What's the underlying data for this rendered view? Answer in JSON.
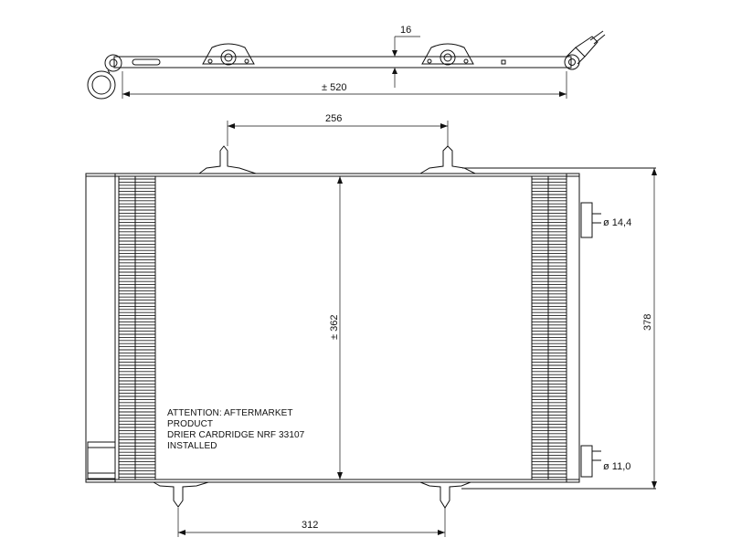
{
  "dimensions": {
    "top_offset": "16",
    "top_length": "± 520",
    "bracket_spacing": "256",
    "core_height": "± 362",
    "overall_height": "378",
    "upper_port": "ø 14,4",
    "lower_port": "ø 11,0",
    "bottom_spacing": "312"
  },
  "note": {
    "line1": "ATTENTION: AFTERMARKET",
    "line2": "PRODUCT",
    "line3": "DRIER CARDRIDGE NRF 33107",
    "line4": "INSTALLED"
  },
  "colors": {
    "line": "#111111",
    "background": "#ffffff"
  }
}
